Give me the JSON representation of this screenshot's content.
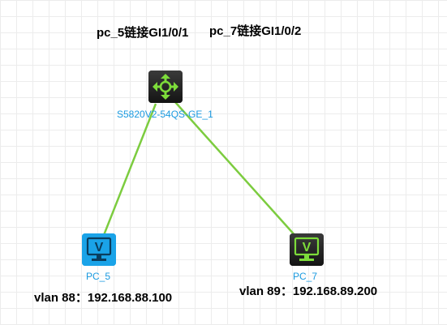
{
  "diagram": {
    "annotations": {
      "pc5_link": "pc_5链接GI1/0/1",
      "pc7_link": "pc_7链接GI1/0/2",
      "pc5_vlan": "vlan 88：192.168.88.100",
      "pc7_vlan": "vlan 89：192.168.89.200"
    },
    "nodes": {
      "switch": {
        "label": "S5820V2-54QS-GE_1",
        "icon": "switch-arrows-icon"
      },
      "pc5": {
        "label": "PC_5",
        "icon": "monitor-v-icon"
      },
      "pc7": {
        "label": "PC_7",
        "icon": "monitor-v-icon"
      }
    },
    "colors": {
      "link": "#7ccc3f",
      "label": "#1a9ae0",
      "pc5_body": "#1aa3e8",
      "pc7_body": "#1f1f1f",
      "switch_body": "#1f1f1f",
      "glyph_green": "#7ddc3a"
    }
  }
}
